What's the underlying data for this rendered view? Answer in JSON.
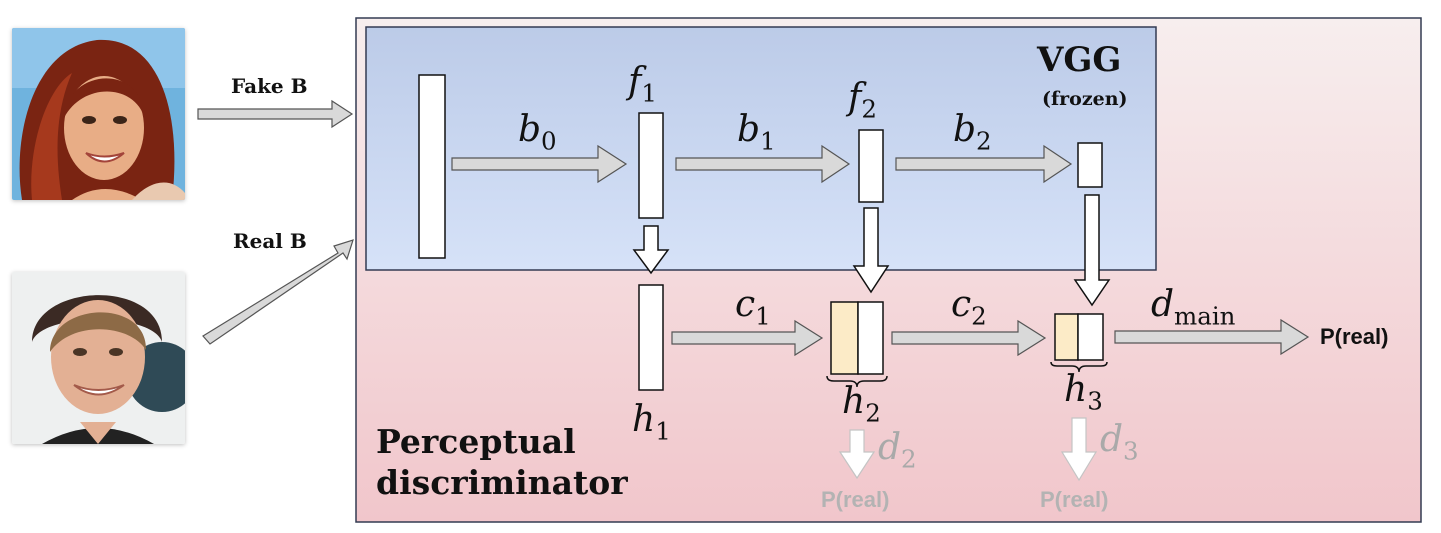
{
  "inputs": {
    "fake_label": "Fake B",
    "real_label": "Real B"
  },
  "vgg": {
    "title": "VGG",
    "subtitle": "(frozen)"
  },
  "discriminator": {
    "title_line1": "Perceptual",
    "title_line2": "discriminator"
  },
  "labels": {
    "b0": {
      "base": "b",
      "sub": "0"
    },
    "b1": {
      "base": "b",
      "sub": "1"
    },
    "b2": {
      "base": "b",
      "sub": "2"
    },
    "f1": {
      "base": "f",
      "sub": "1"
    },
    "f2": {
      "base": "f",
      "sub": "2"
    },
    "h1": {
      "base": "h",
      "sub": "1"
    },
    "h2": {
      "base": "h",
      "sub": "2"
    },
    "h3": {
      "base": "h",
      "sub": "3"
    },
    "c1": {
      "base": "c",
      "sub": "1"
    },
    "c2": {
      "base": "c",
      "sub": "2"
    },
    "d2": {
      "base": "d",
      "sub": "2"
    },
    "d3": {
      "base": "d",
      "sub": "3"
    },
    "dmain": {
      "base": "d",
      "sub": "main"
    }
  },
  "outputs": {
    "main": "P(real)",
    "aux2": "P(real)",
    "aux3": "P(real)"
  },
  "colors": {
    "discriminator_fill": "#f1cfd3",
    "vgg_fill": "#c8d7f0",
    "arrow_fill": "#d9d9d9",
    "highlight": "#fcebc7",
    "muted_text": "#aaaaaa"
  }
}
